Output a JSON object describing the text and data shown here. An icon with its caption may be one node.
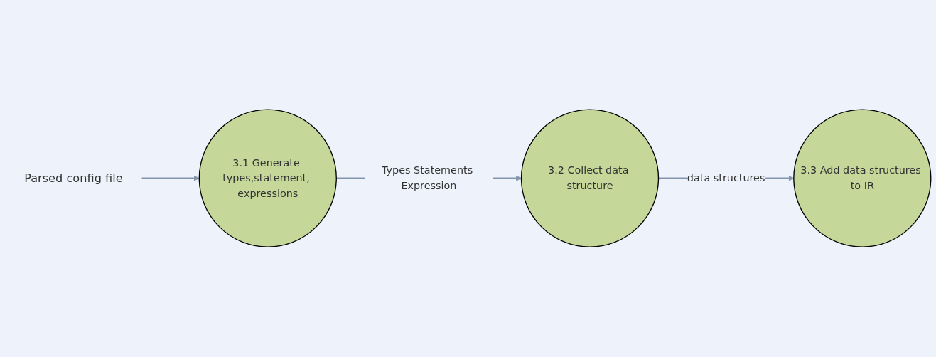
{
  "diagram": {
    "nodes": [
      {
        "text": [
          "Parsed config file"
        ]
      },
      {
        "text": [
          "3.1 Generate types,statement, expressions"
        ]
      },
      {
        "text": [
          "3.2 Collect data structure"
        ]
      },
      {
        "text": [
          "3.3 Add data structures to IR"
        ]
      }
    ],
    "edges": [
      {
        "from": 0,
        "to": 1,
        "arrow": "to"
      },
      {
        "from": 1,
        "to": 2,
        "arrow": "to",
        "label": "Types Statements Expression"
      },
      {
        "from": 2,
        "to": 3,
        "arrow": "to",
        "label": "data structures"
      }
    ]
  }
}
